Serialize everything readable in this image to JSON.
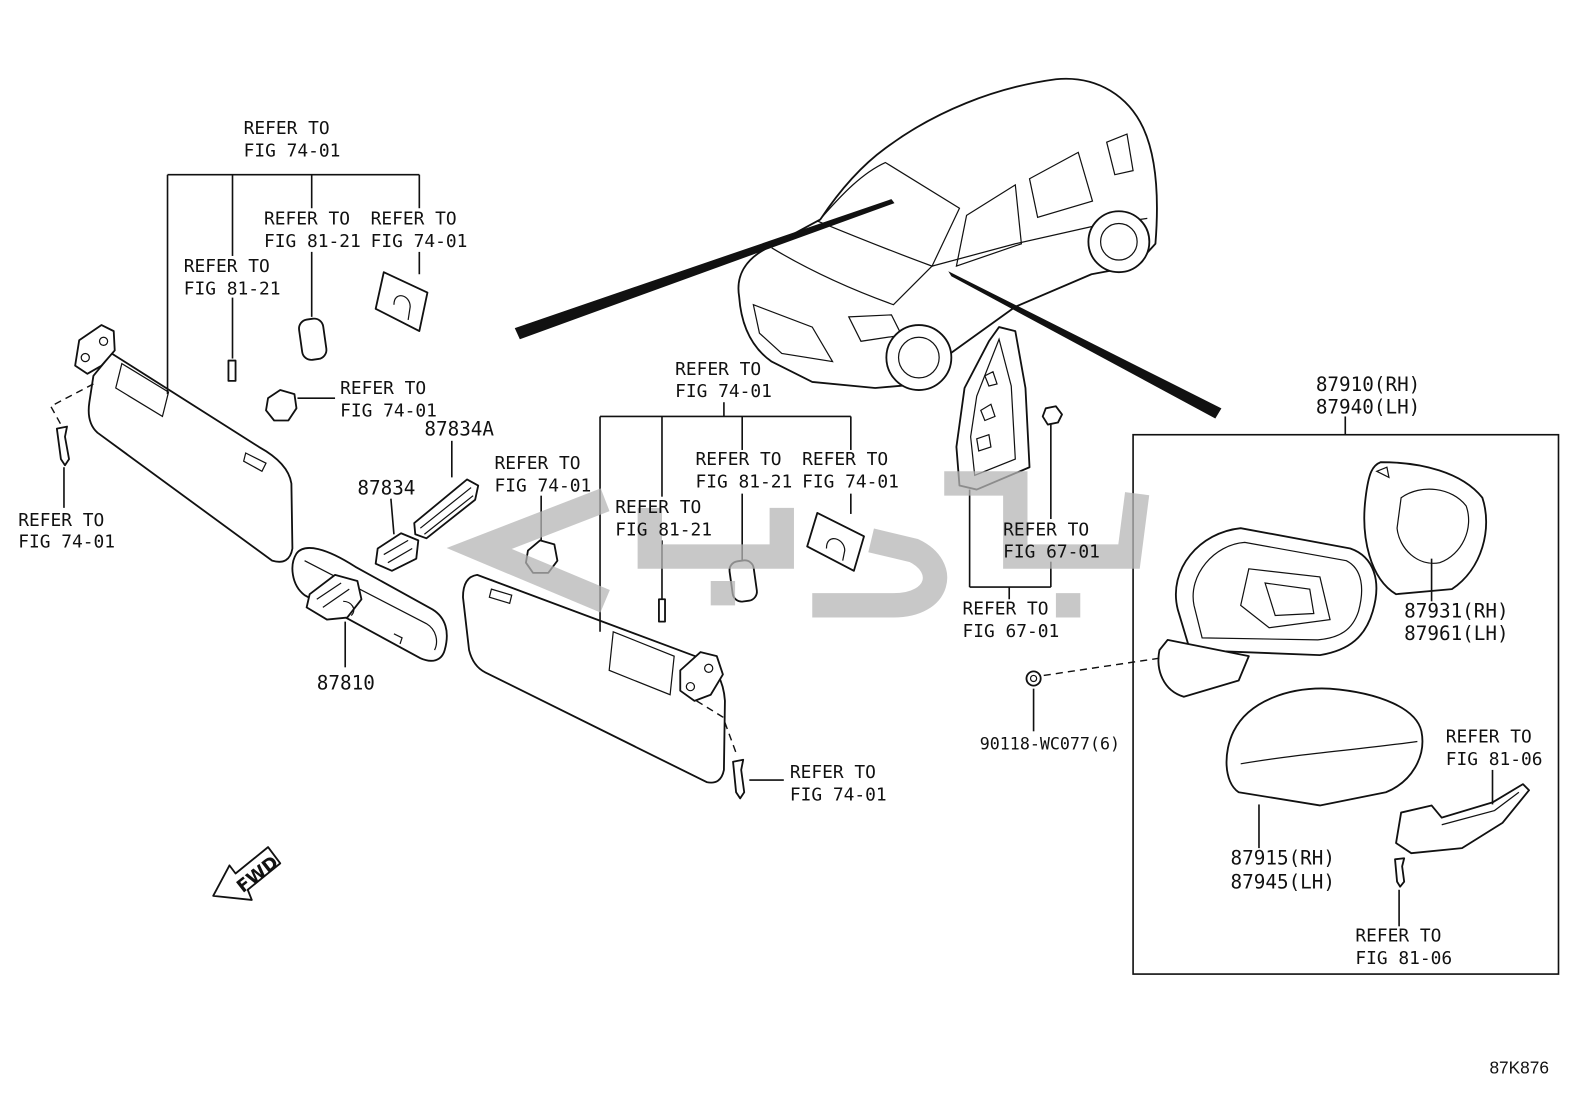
{
  "diagram": {
    "id": "87K876",
    "fwd": "FWD"
  },
  "callouts": {
    "top_bracket": {
      "l1": "REFER TO",
      "l2": "FIG 74-01"
    },
    "ring_left": {
      "l1": "REFER TO",
      "l2": "FIG 81-21"
    },
    "pad_left": {
      "l1": "REFER TO",
      "l2": "FIG 74-01"
    },
    "pin_left": {
      "l1": "REFER TO",
      "l2": "FIG 81-21"
    },
    "clip_left": {
      "l1": "REFER TO",
      "l2": "FIG 74-01"
    },
    "screw_left": {
      "l1": "REFER TO",
      "l2": "FIG 74-01"
    },
    "clip_center": {
      "l1": "REFER TO",
      "l2": "FIG 74-01"
    },
    "mid_bracket": {
      "l1": "REFER TO",
      "l2": "FIG 74-01"
    },
    "ring_right": {
      "l1": "REFER TO",
      "l2": "FIG 81-21"
    },
    "pad_right": {
      "l1": "REFER TO",
      "l2": "FIG 74-01"
    },
    "pin_right": {
      "l1": "REFER TO",
      "l2": "FIG 81-21"
    },
    "screw_right": {
      "l1": "REFER TO",
      "l2": "FIG 74-01"
    },
    "clip_door": {
      "l1": "REFER TO",
      "l2": "FIG 67-01"
    },
    "garnish_bracket": {
      "l1": "REFER TO",
      "l2": "FIG 67-01"
    },
    "turn_signal": {
      "l1": "REFER TO",
      "l2": "FIG 81-06"
    },
    "turn_signal_screw": {
      "l1": "REFER TO",
      "l2": "FIG 81-06"
    }
  },
  "parts": {
    "mirror_assy": {
      "rh": "87910(RH)",
      "lh": "87940(LH)"
    },
    "mirror_glass": {
      "rh": "87931(RH)",
      "lh": "87961(LH)"
    },
    "mirror_cover": {
      "rh": "87915(RH)",
      "lh": "87945(LH)"
    },
    "inner_mirror": "87810",
    "mirror_cover_b": "87834",
    "mirror_cover_a": "87834A",
    "nut": "90118-WC077(6)"
  },
  "colors": {
    "line": "#111111",
    "watermark": "#b5b5b5",
    "background": "#ffffff"
  }
}
